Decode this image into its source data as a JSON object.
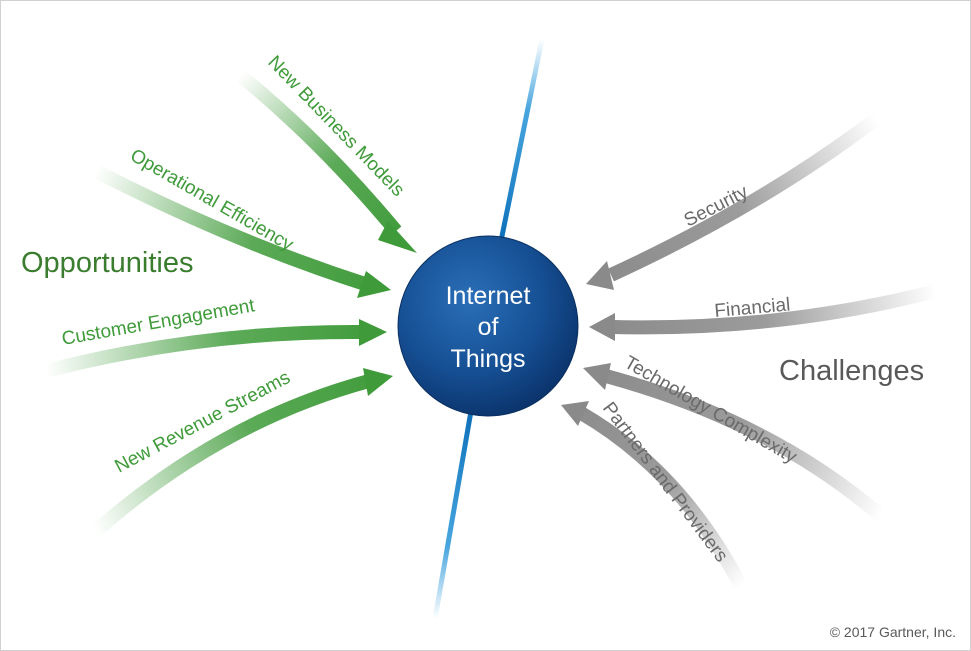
{
  "center": {
    "line1": "Internet",
    "line2": "of",
    "line3": "Things"
  },
  "opportunities": {
    "heading": "Opportunities",
    "items": [
      "New Business Models",
      "Operational Efficiency",
      "Customer Engagement",
      "New Revenue Streams"
    ]
  },
  "challenges": {
    "heading": "Challenges",
    "items": [
      "Security",
      "Financial",
      "Technology Complexity",
      "Partners and Providers"
    ]
  },
  "copyright": "© 2017 Gartner, Inc.",
  "colors": {
    "opportunity_green": "#3f9b3a",
    "opportunity_heading": "#3a7d2e",
    "challenge_gray": "#8a8a8a",
    "challenge_heading": "#595959",
    "axis_blue": "#1a8fd6",
    "circle_dark": "#0b3d7a",
    "circle_light": "#1f63ad"
  }
}
